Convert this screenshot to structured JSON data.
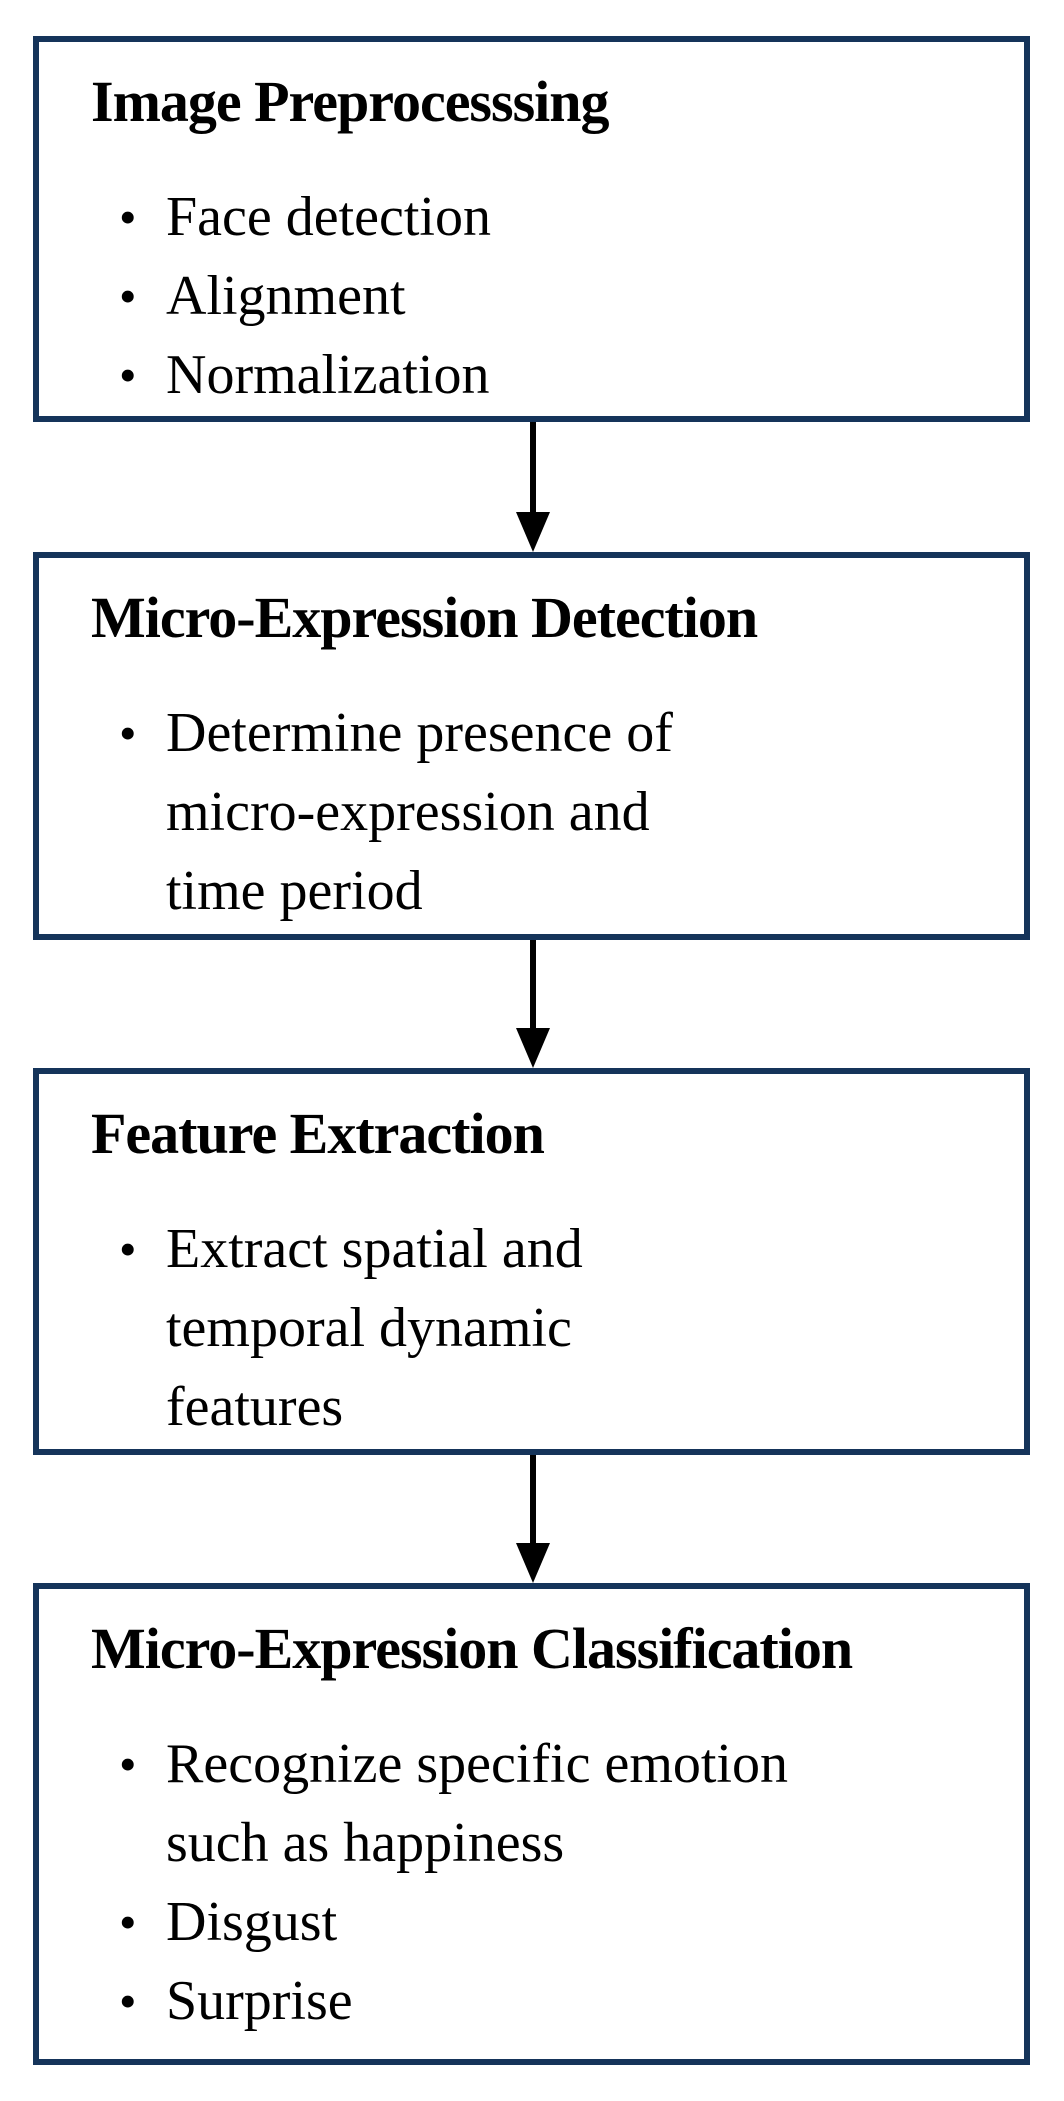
{
  "diagram": {
    "title": "Micro-expression recognition pipeline flowchart",
    "bullet_char": "•",
    "colors": {
      "border": "#15345a",
      "arrow": "#000000",
      "text": "#000000",
      "background": "#ffffff"
    },
    "boxes": [
      {
        "title": "Image Preprocesssing",
        "bullets": [
          {
            "lines": [
              "Face detection"
            ]
          },
          {
            "lines": [
              "Alignment"
            ]
          },
          {
            "lines": [
              "Normalization"
            ]
          }
        ]
      },
      {
        "title": "Micro-Expression Detection",
        "bullets": [
          {
            "lines": [
              "Determine presence of",
              "micro-expression and",
              "time period"
            ]
          }
        ]
      },
      {
        "title": "Feature Extraction",
        "bullets": [
          {
            "lines": [
              "Extract spatial and",
              "temporal dynamic",
              "features"
            ]
          }
        ]
      },
      {
        "title": "Micro-Expression Classification",
        "bullets": [
          {
            "lines": [
              "Recognize specific emotion",
              "such as happiness"
            ]
          },
          {
            "lines": [
              "Disgust"
            ]
          },
          {
            "lines": [
              "Surprise"
            ]
          }
        ]
      }
    ]
  }
}
